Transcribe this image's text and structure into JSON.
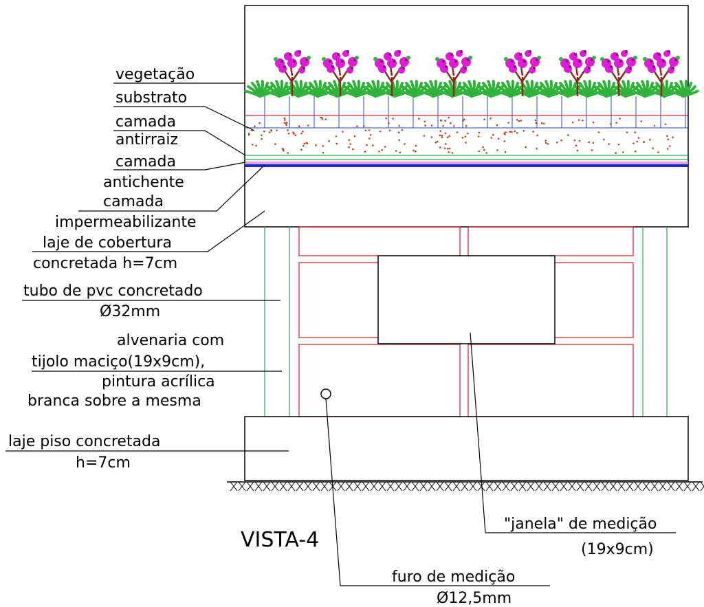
{
  "labels": {
    "vegetacao": "vegetação",
    "substrato": "substrato",
    "camada_antirraiz_1": "camada",
    "camada_antirraiz_2": "antirraiz",
    "camada_antichente_1": "camada",
    "camada_antichente_2": "antichente",
    "camada_impermeabilizante_1": "camada",
    "camada_impermeabilizante_2": "impermeabilizante",
    "laje_cobertura_1": "laje de cobertura",
    "laje_cobertura_2": "concretada h=7cm",
    "tubo_pvc_1": "tubo de pvc concretado",
    "tubo_pvc_2": "Ø32mm",
    "alvenaria_1": "alvenaria com",
    "alvenaria_2": "tijolo maciço(19x9cm),",
    "alvenaria_3": "pintura acrílica",
    "alvenaria_4": "branca sobre a mesma",
    "laje_piso_1": "laje piso concretada",
    "laje_piso_2": "h=7cm",
    "janela_1": "\"janela\" de medição",
    "janela_2": "(19x9cm)",
    "furo_1": "furo de medição",
    "furo_2": "Ø12,5mm",
    "vista": "VISTA-4"
  },
  "colors": {
    "line": "#000000",
    "brick": "#d21f1f",
    "pipe": "#22b14c",
    "water": "#1a4bd6",
    "leaf": "#2fb33a",
    "flower": "#e01ad6",
    "branch": "#8b2a1a",
    "soil": "#c0401a"
  }
}
